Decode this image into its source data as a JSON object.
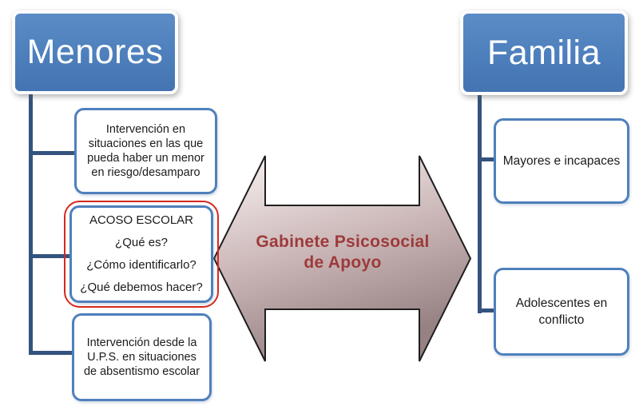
{
  "diagram_title_implicit": "Gabinete Psicosocial de Apoyo",
  "left_group": {
    "header": "Menores",
    "items": [
      {
        "text": "Intervención en\nsituaciones en las que\npueda haber un menor\nen riesgo/desamparo",
        "highlighted": false
      },
      {
        "text": "ACOSO ESCOLAR\n¿Qué es?\n¿Cómo identificarlo?\n¿Qué debemos hacer?",
        "highlighted": true
      },
      {
        "text": "Intervención desde la\nU.P.S. en situaciones\nde absentismo escolar",
        "highlighted": false
      }
    ]
  },
  "right_group": {
    "header": "Familia",
    "items": [
      {
        "text": "Mayores e incapaces",
        "highlighted": false
      },
      {
        "text": "Adolescentes en\nconflicto",
        "highlighted": false
      }
    ]
  },
  "center_arrow": {
    "label": "Gabinete Psicosocial\nde Apoyo",
    "shape": "double-headed-horizontal-arrow",
    "text_color": "#9d3a3a",
    "gradient_top": "#faf3f3",
    "gradient_bottom": "#968283"
  },
  "colors": {
    "header_fill": "#4d7fbc",
    "child_border": "#4e80bc",
    "connector": "#34537e",
    "highlight_outline": "#d5281e"
  }
}
